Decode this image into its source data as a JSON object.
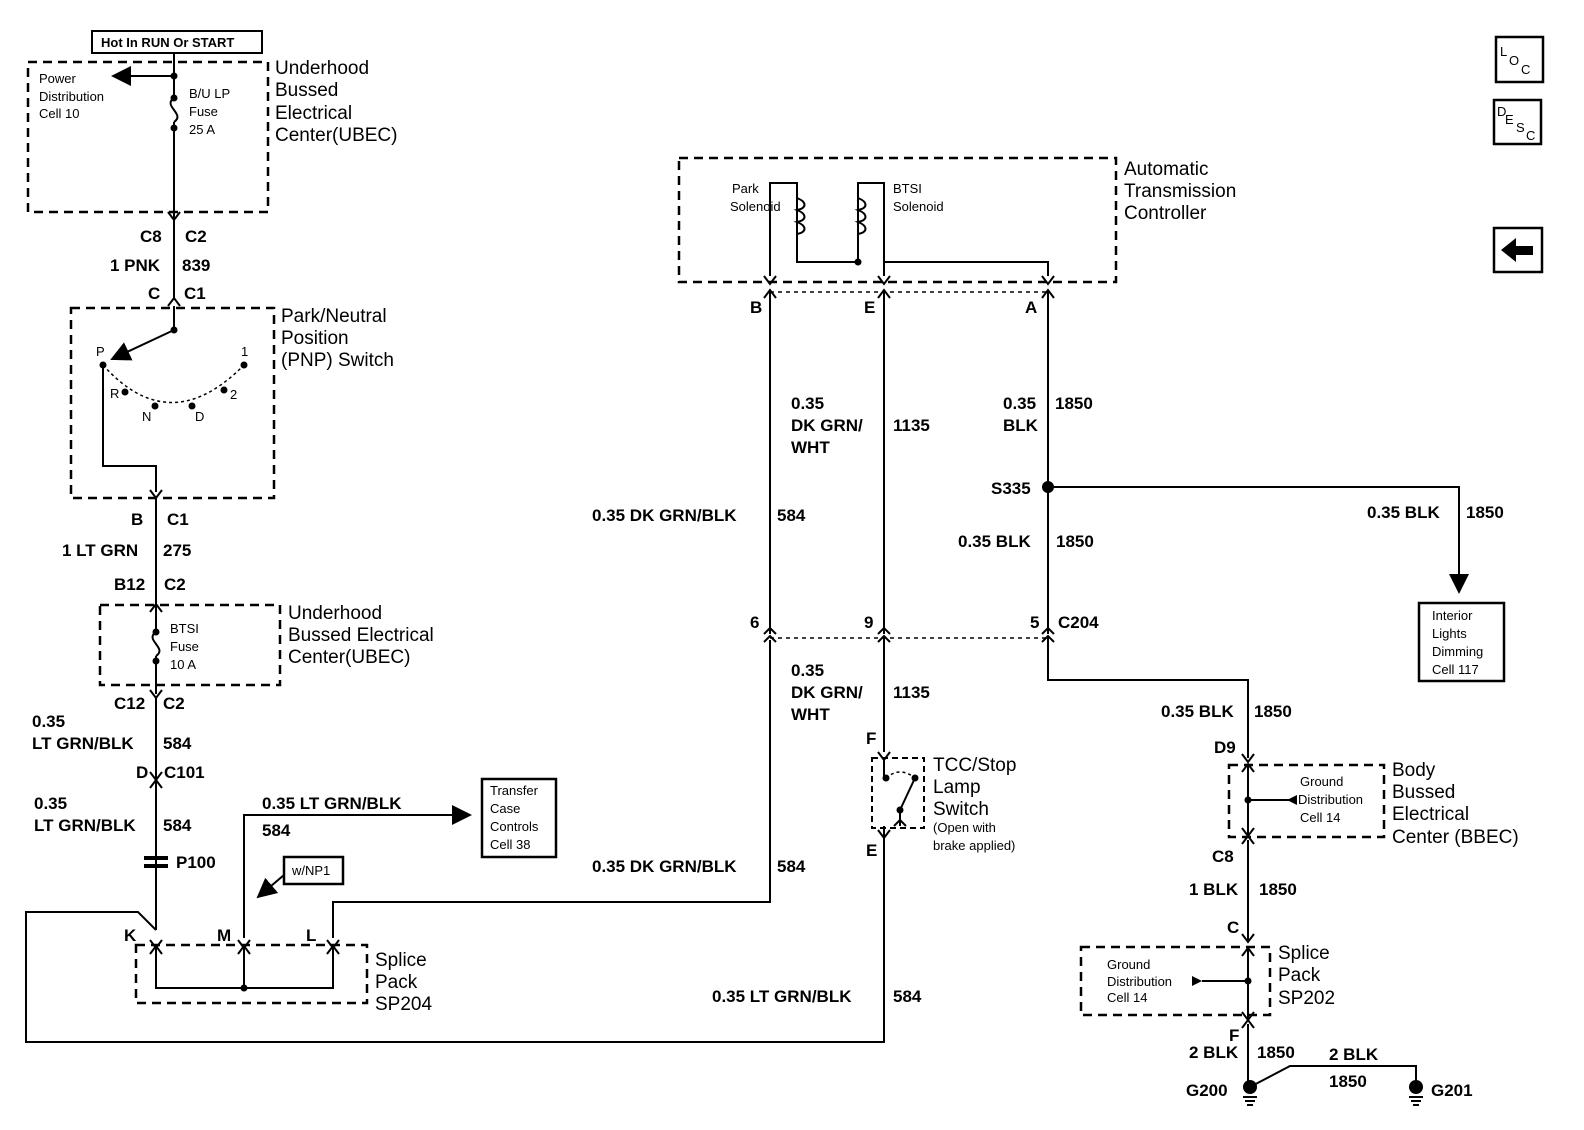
{
  "nav": {
    "loc": {
      "a": "L",
      "b": "O",
      "c": "C"
    },
    "desc": {
      "a": "D",
      "b": "E",
      "c": "S",
      "d": "C"
    },
    "back_icon": "left-arrow-icon"
  },
  "ubec1": {
    "hot_label": "Hot In RUN Or START",
    "pd": [
      "Power",
      "Distribution",
      "Cell 10"
    ],
    "fuse": [
      "B/U LP",
      "Fuse",
      "25 A"
    ],
    "title": [
      "Underhood",
      "Bussed",
      "Electrical",
      "Center(UBEC)"
    ],
    "conn_l": "C8",
    "conn_r": "C2",
    "wire": "1 PNK",
    "circuit": "839"
  },
  "pnp": {
    "conn_top_l": "C",
    "conn_top_r": "C1",
    "title": [
      "Park/Neutral",
      "Position",
      "(PNP) Switch"
    ],
    "positions": [
      "P",
      "R",
      "N",
      "D",
      "2",
      "1"
    ],
    "conn_bot_l": "B",
    "conn_bot_r": "C1",
    "wire": "1 LT GRN",
    "circuit": "275"
  },
  "ubec2": {
    "conn_top_l": "B12",
    "conn_top_r": "C2",
    "fuse": [
      "BTSI",
      "Fuse",
      "10 A"
    ],
    "title": [
      "Underhood",
      "Bussed Electrical",
      "Center(UBEC)"
    ],
    "conn_bot_l": "C12",
    "conn_bot_r": "C2",
    "wire1": [
      "0.35",
      "LT GRN/BLK"
    ],
    "circuit1": "584",
    "c101_l": "D",
    "c101_r": "C101",
    "wire2": [
      "0.35",
      "LT GRN/BLK"
    ],
    "circuit2": "584",
    "p100": "P100"
  },
  "transfer": {
    "wire": "0.35 LT GRN/BLK",
    "circuit": "584",
    "box": [
      "Transfer",
      "Case",
      "Controls",
      "Cell 38"
    ],
    "wnp1": "w/NP1"
  },
  "sp204": {
    "pins": [
      "K",
      "M",
      "L"
    ],
    "title": [
      "Splice",
      "Pack",
      "SP204"
    ]
  },
  "atc": {
    "park": [
      "Park",
      "Solenoid"
    ],
    "btsi": [
      "BTSI",
      "Solenoid"
    ],
    "title": [
      "Automatic",
      "Transmission",
      "Controller"
    ],
    "pins": [
      "B",
      "E",
      "A"
    ]
  },
  "wires": {
    "e_wire": [
      "0.35",
      "DK GRN/",
      "WHT"
    ],
    "e_circuit": "1135",
    "a_wire": [
      "0.35",
      "BLK"
    ],
    "a_circuit": "1850",
    "b_wire": "0.35 DK GRN/BLK",
    "b_circuit": "584",
    "s335": "S335",
    "s335_wire": "0.35 BLK",
    "s335_circuit": "1850",
    "interior_wire": "0.35 BLK",
    "interior_circuit": "1850",
    "interior_box": [
      "Interior",
      "Lights",
      "Dimming",
      "Cell 117"
    ],
    "c204_pins": [
      "6",
      "9",
      "5"
    ],
    "c204": "C204",
    "e2_wire": [
      "0.35",
      "DK GRN/",
      "WHT"
    ],
    "e2_circuit": "1135",
    "b2_wire": "0.35 DK GRN/BLK",
    "b2_circuit": "584",
    "lg_wire": "0.35 LT GRN/BLK",
    "lg_circuit": "584"
  },
  "tcc": {
    "pin_top": "F",
    "pin_bot": "E",
    "title": [
      "TCC/Stop",
      "Lamp",
      "Switch"
    ],
    "note": [
      "(Open with",
      "brake applied)"
    ]
  },
  "bbec": {
    "wire": "0.35 BLK",
    "circuit": "1850",
    "pin": "D9",
    "gd": [
      "Ground",
      "Distribution",
      "Cell 14"
    ],
    "title": [
      "Body",
      "Bussed",
      "Electrical",
      "Center (BBEC)"
    ],
    "pin_c8": "C8",
    "wire2": "1 BLK",
    "circuit2": "1850"
  },
  "sp202": {
    "pin_top": "C",
    "gd": [
      "Ground",
      "Distribution",
      "Cell 14"
    ],
    "title": [
      "Splice",
      "Pack",
      "SP202"
    ],
    "pin_bot": "F",
    "wire": "2 BLK",
    "circuit": "1850",
    "wire2": "2 BLK",
    "circuit2": "1850",
    "g200": "G200",
    "g201": "G201"
  }
}
